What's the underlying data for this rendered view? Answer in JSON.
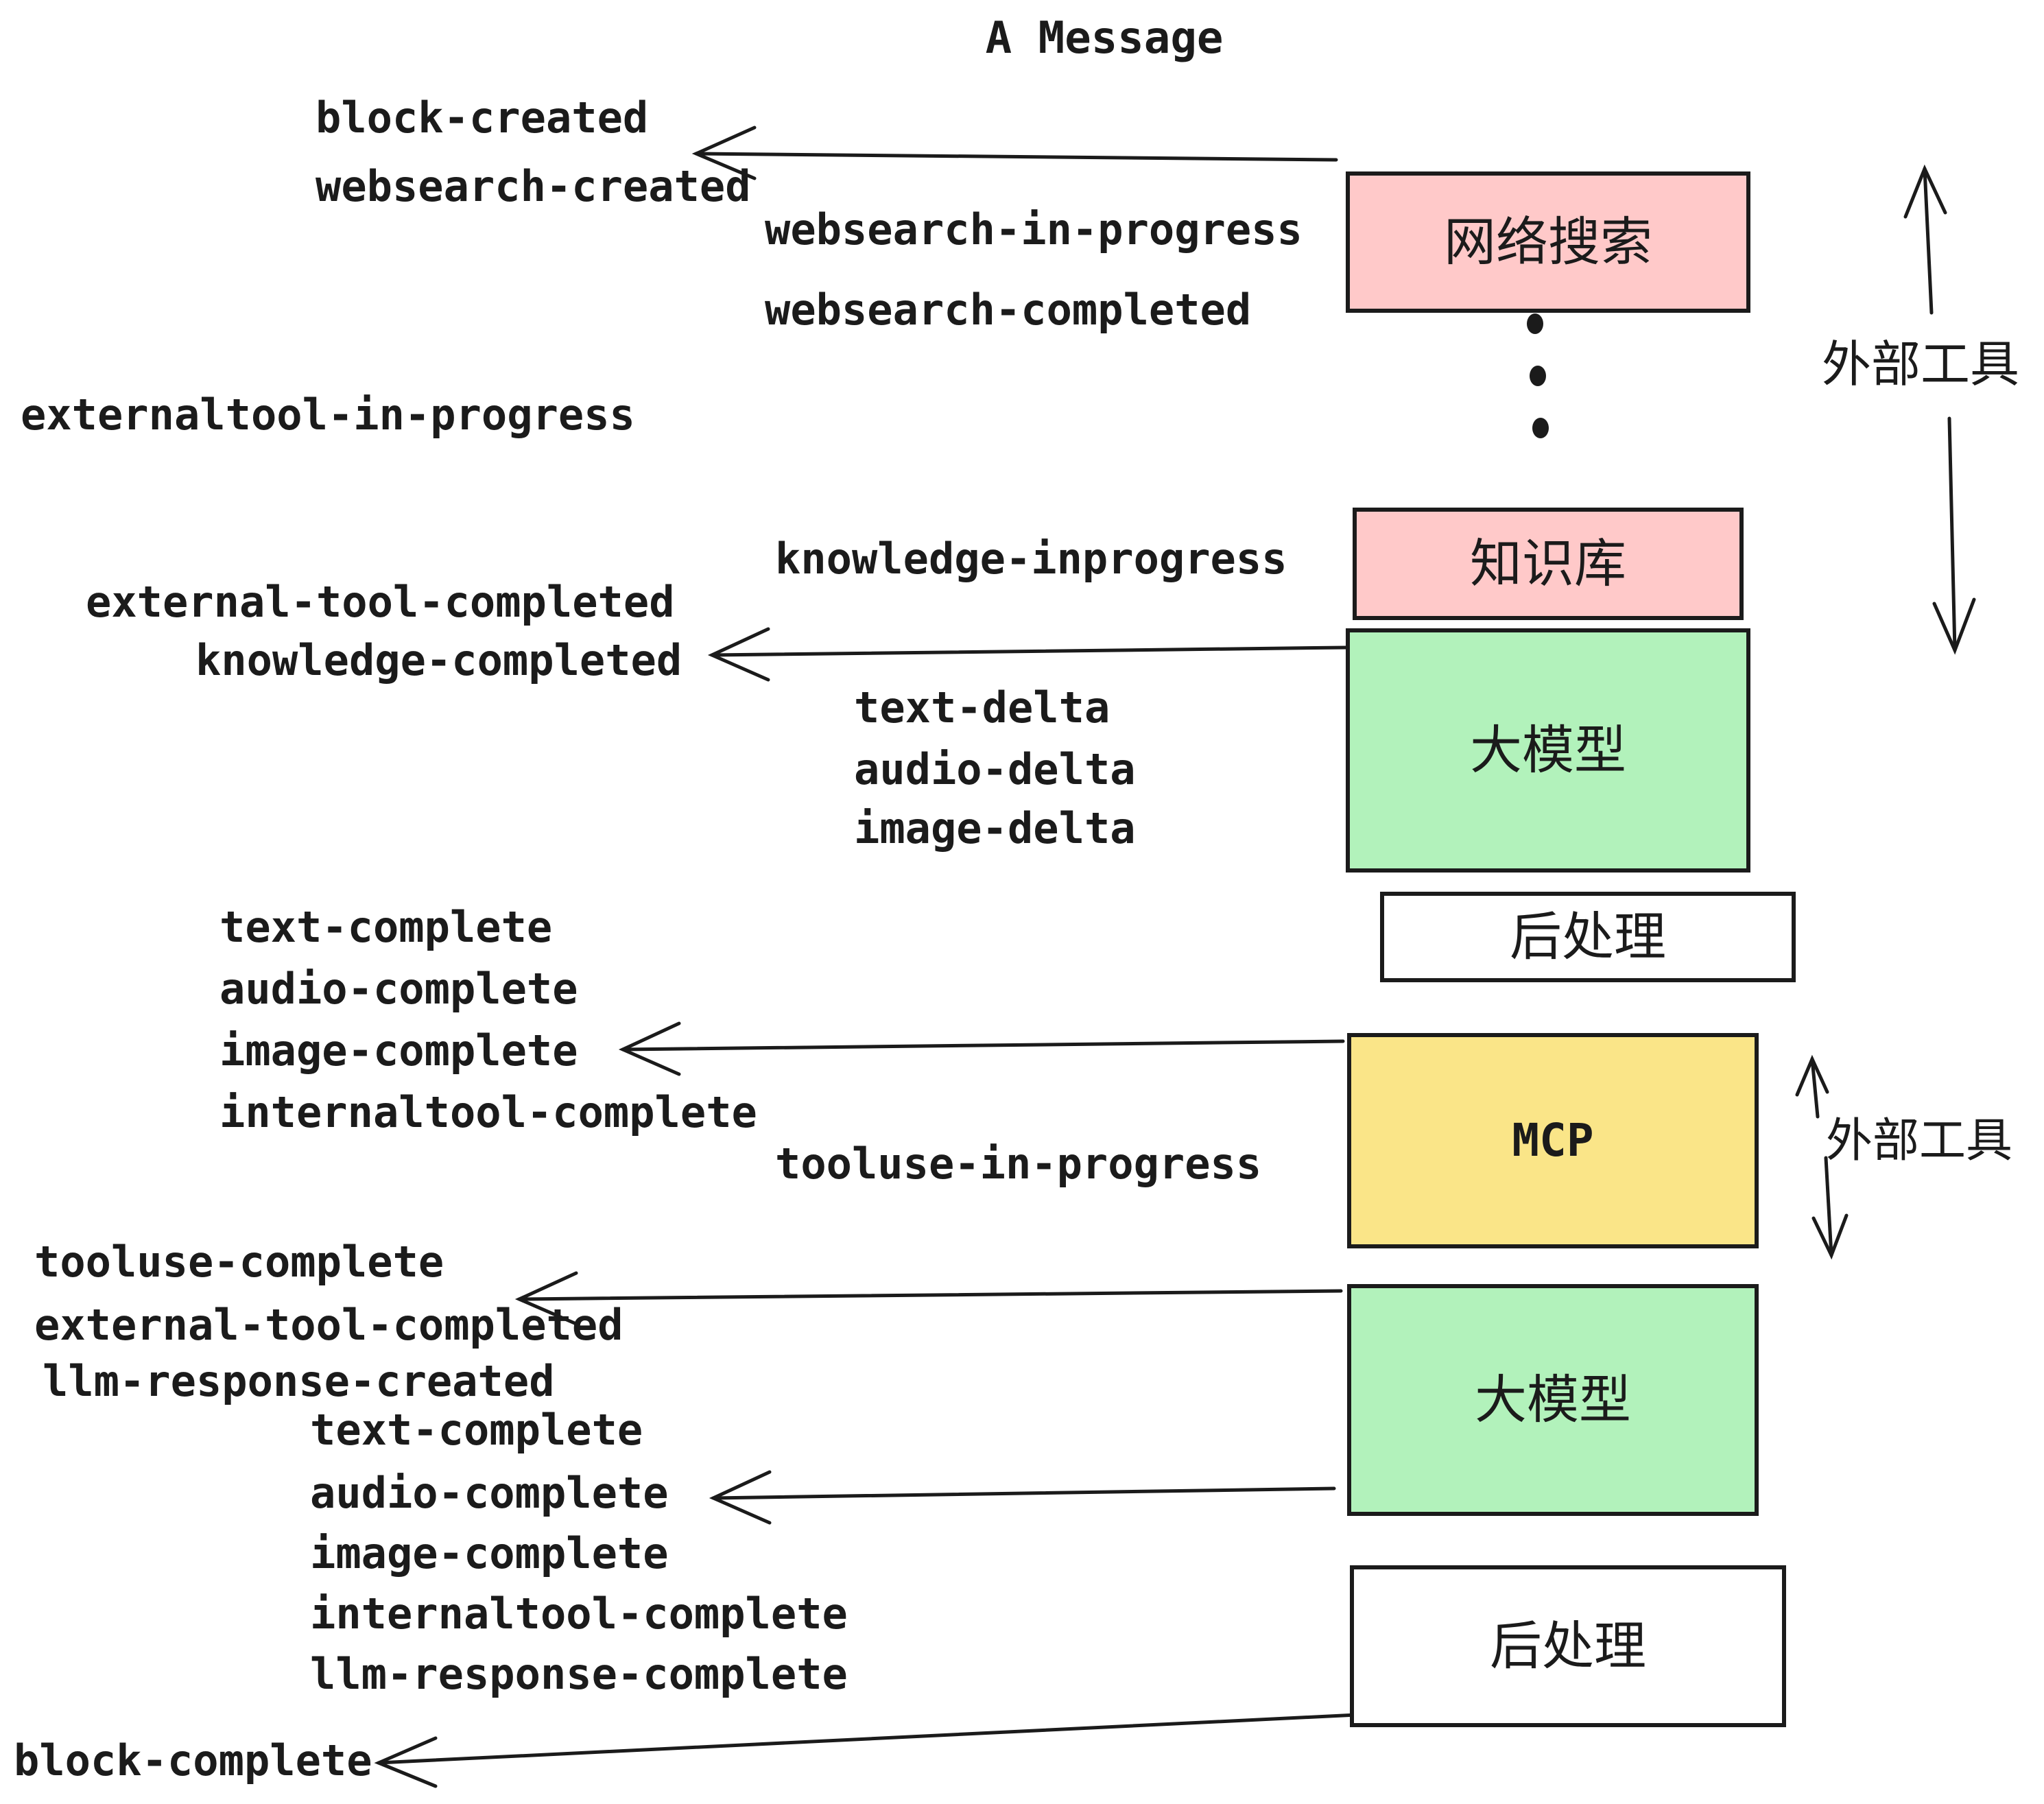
{
  "title": "A Message",
  "labels": [
    "block-created",
    "websearch-created",
    "websearch-in-progress",
    "websearch-completed",
    "externaltool-in-progress",
    "knowledge-inprogress",
    "external-tool-completed",
    "knowledge-completed",
    "text-delta",
    "audio-delta",
    "image-delta",
    "text-complete",
    "audio-complete",
    "image-complete",
    "internaltool-complete",
    "tooluse-in-progress",
    "tooluse-complete",
    "external-tool-completed",
    "llm-response-created",
    "text-complete",
    "audio-complete",
    "image-complete",
    "internaltool-complete",
    "llm-response-complete",
    "block-complete"
  ],
  "boxes": [
    "网络搜索",
    "知识库",
    "大模型",
    "后处理",
    "MCP",
    "大模型",
    "后处理"
  ],
  "side_labels": [
    "外部工具",
    "外部工具"
  ],
  "colors": {
    "node_pink": "#ffc9c9",
    "node_green": "#b2f2bb",
    "node_yellow": "#fae588",
    "node_white": "#ffffff",
    "ink": "#1b1b1b",
    "background": "#ffffff"
  },
  "icons": {
    "vertical_ellipsis": "vertical-ellipsis-icon",
    "arrows": "left-pointing and vertical hand-drawn arrows"
  }
}
